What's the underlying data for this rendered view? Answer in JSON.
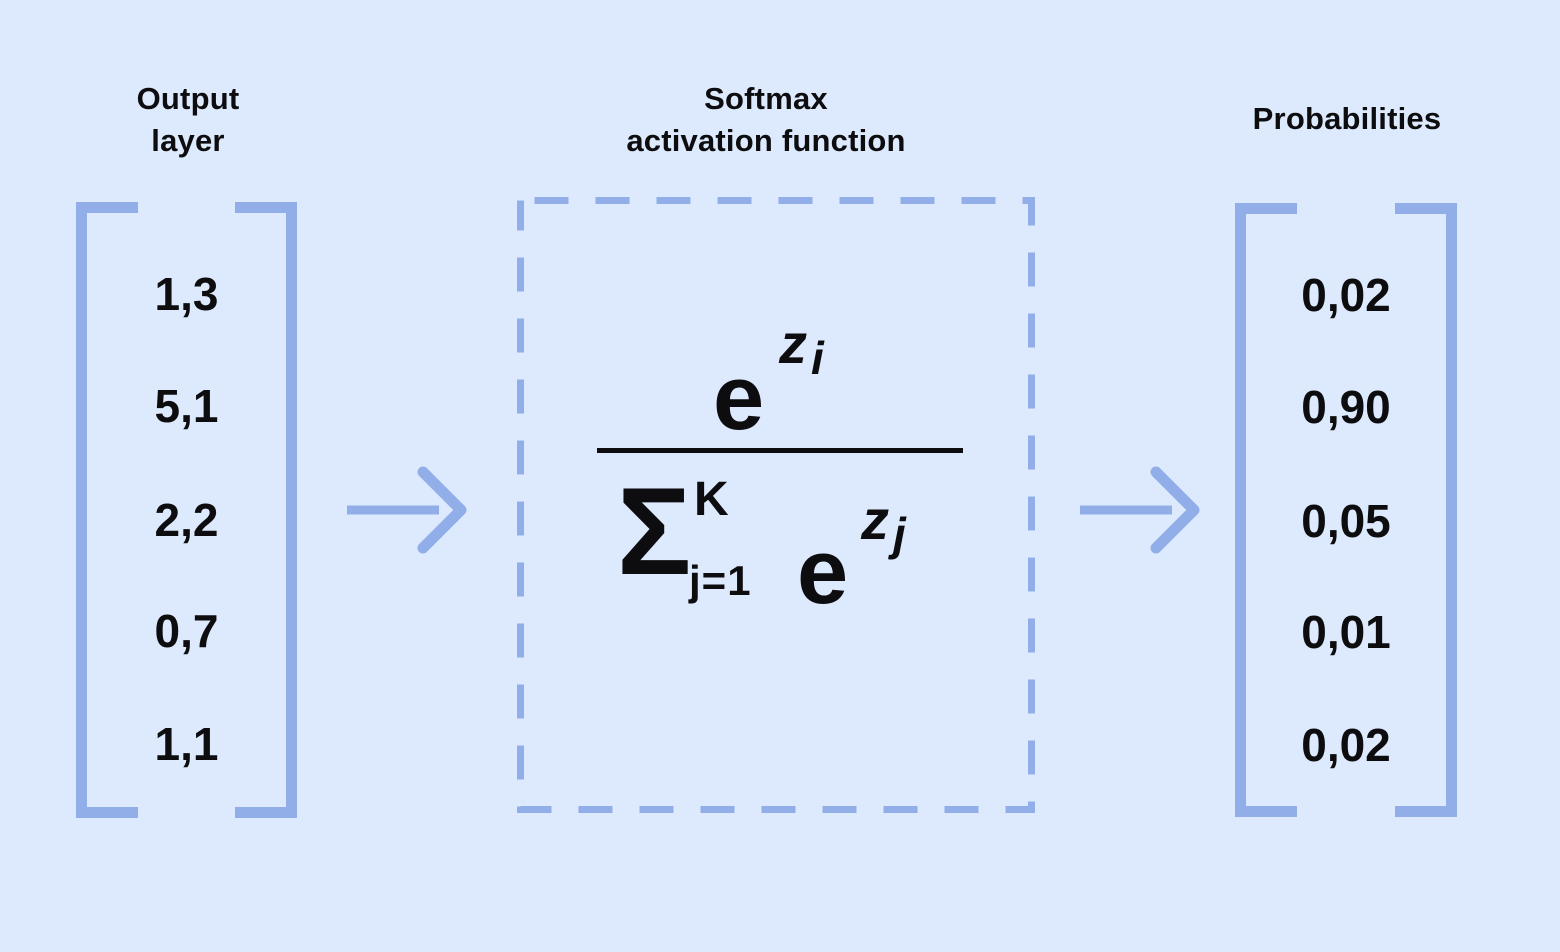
{
  "colors": {
    "background": "#dde9fc",
    "accent_periwinkle": "#92aee9",
    "text_black": "#0d0d0f"
  },
  "left_panel": {
    "title_line1": "Output",
    "title_line2": "layer",
    "values": [
      "1,3",
      "5,1",
      "2,2",
      "0,7",
      "1,1"
    ]
  },
  "center_panel": {
    "title_line1": "Softmax",
    "title_line2": "activation function",
    "formula": {
      "numerator_base": "e",
      "numerator_exponent": "z",
      "numerator_index": "i",
      "sum_symbol": "Σ",
      "sum_upper_limit": "K",
      "sum_lower_limit": "j=1",
      "denominator_base": "e",
      "denominator_exponent": "z",
      "denominator_index": "j"
    }
  },
  "right_panel": {
    "title": "Probabilities",
    "values": [
      "0,02",
      "0,90",
      "0,05",
      "0,01",
      "0,02"
    ]
  },
  "icons": {
    "arrow_input_to_softmax": "right-arrow",
    "arrow_softmax_to_output": "right-arrow"
  }
}
